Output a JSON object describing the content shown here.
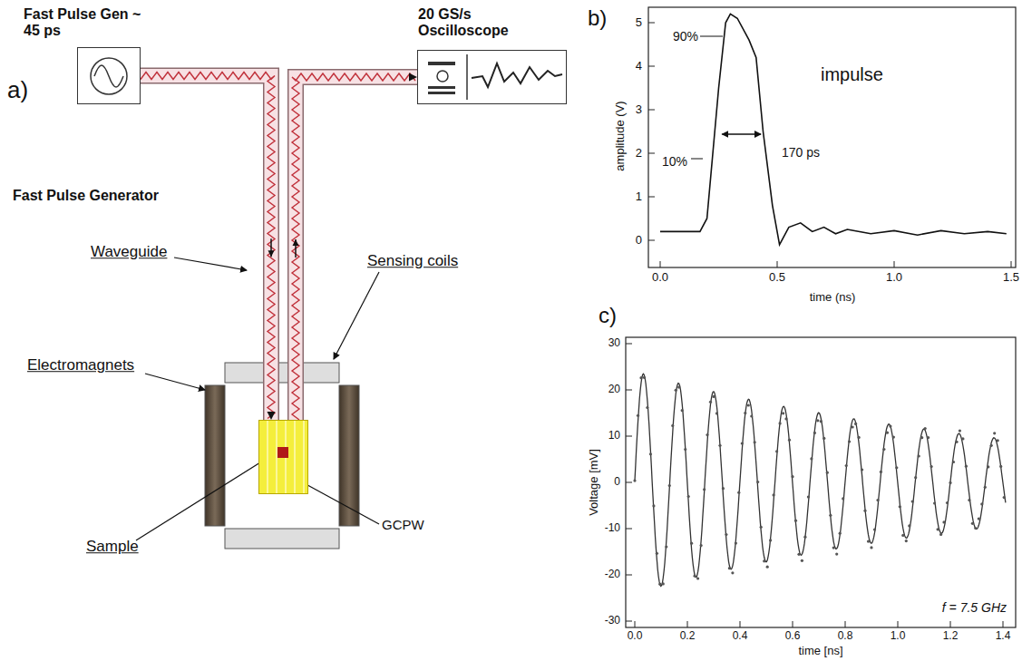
{
  "diagram": {
    "nodes": [
      {
        "text": [
          "Fast Pulse Gen ~ 45 ps",
          "Fast Pulse Generator"
        ]
      },
      {
        "text": [
          "20 GS/s Oscilloscope"
        ]
      },
      {
        "text": [
          "GCPW"
        ]
      }
    ],
    "edges": [
      {
        "from": 0,
        "to": 2,
        "arrow": "to"
      },
      {
        "from": 2,
        "to": 1,
        "arrow": "to"
      }
    ],
    "labels": [
      "a)",
      "Waveguide",
      "Sensing coils",
      "Electromagnets",
      "Sample",
      "b)",
      "impulse",
      "90%",
      "10%",
      "170 ps",
      "5",
      "4",
      "3",
      "2",
      "1",
      "0",
      "0.0",
      "0.5",
      "1.0",
      "1.5",
      "amplitude (V)",
      "time (ns)",
      "c)",
      "30",
      "20",
      "10",
      "0",
      "-10",
      "-20",
      "-30",
      "0.0",
      "0.2",
      "0.4",
      "0.6",
      "0.8",
      "1.0",
      "1.2",
      "1.4",
      "Voltage [mV]",
      "time [ns]",
      "f = 7.5 GHz"
    ]
  }
}
